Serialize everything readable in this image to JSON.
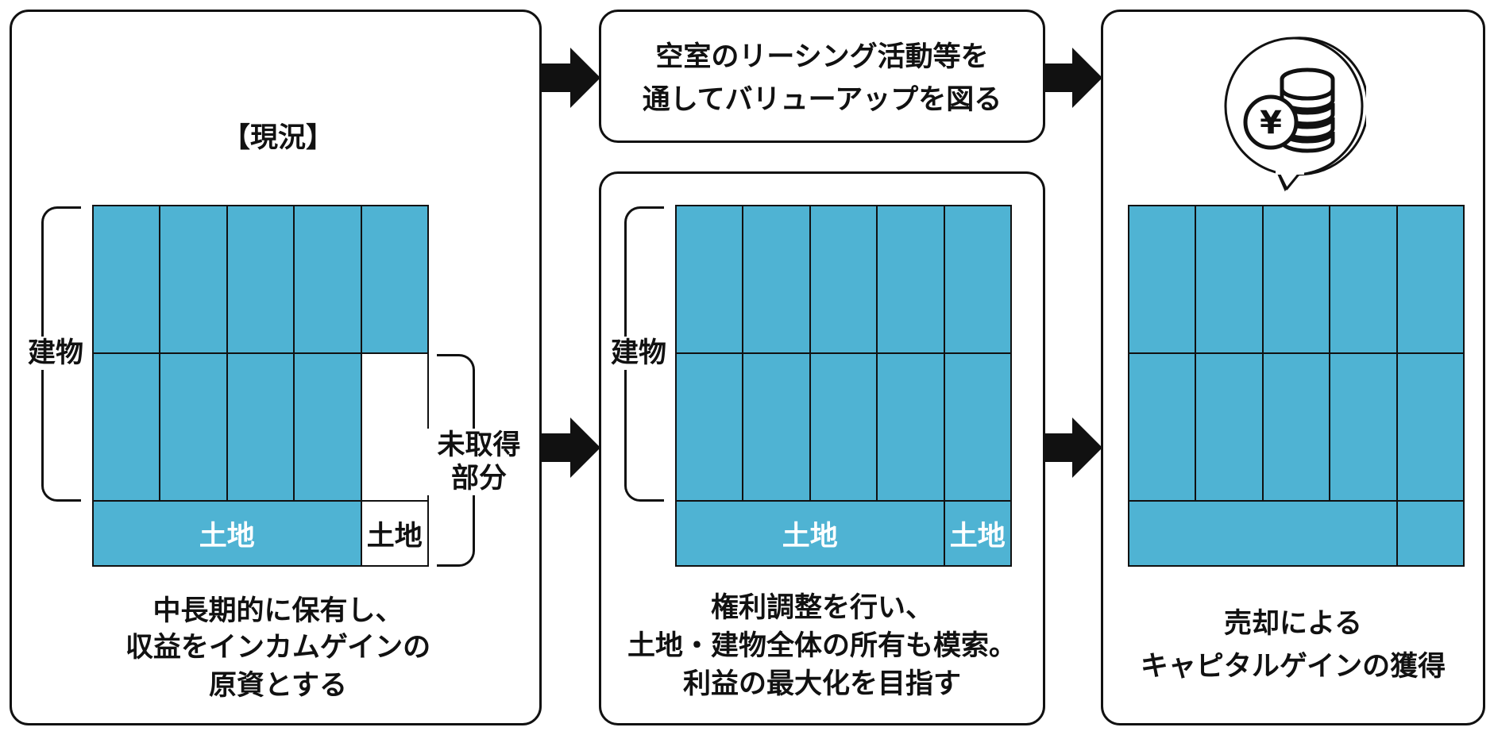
{
  "colors": {
    "fill": "#4fb3d3",
    "stroke": "#111111"
  },
  "panel1": {
    "title": "【現況】",
    "building_label": "建物",
    "land_label": "土地",
    "land_small_label": "土地",
    "unacquired_line1": "未取得",
    "unacquired_line2": "部分",
    "caption_line1": "中長期的に保有し、",
    "caption_line2": "収益をインカムゲインの",
    "caption_line3": "原資とする"
  },
  "top_box": {
    "line1": "空室のリーシング活動等を",
    "line2": "通してバリューアップを図る"
  },
  "panel2": {
    "building_label": "建物",
    "land_label": "土地",
    "land_small_label": "土地",
    "caption_line1": "権利調整を行い、",
    "caption_line2": "土地・建物全体の所有も模索。",
    "caption_line3": "利益の最大化を目指す"
  },
  "panel3": {
    "yen_symbol": "¥",
    "icon": "coin-stack-yen-icon",
    "caption_line1": "売却による",
    "caption_line2": "キャピタルゲインの獲得"
  }
}
